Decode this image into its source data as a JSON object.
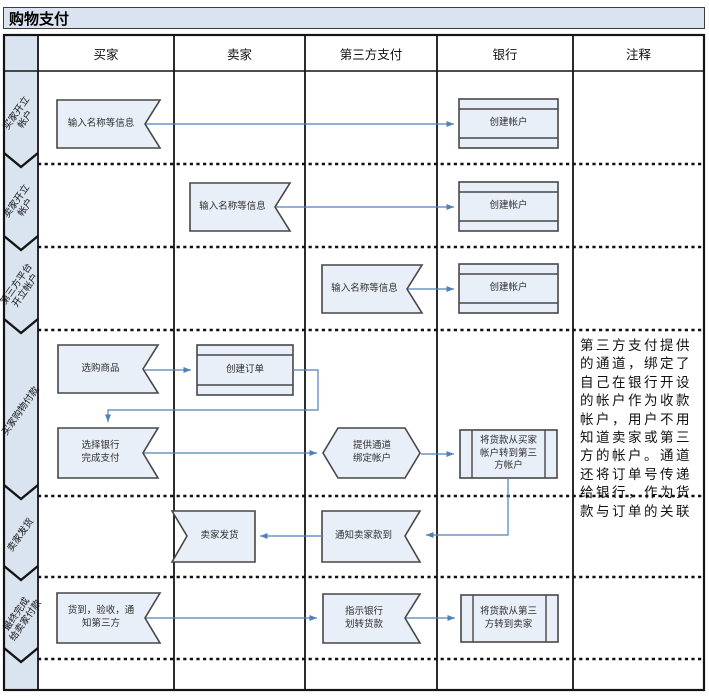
{
  "title": "购物支付",
  "columns": [
    {
      "label": "买家"
    },
    {
      "label": "卖家"
    },
    {
      "label": "第三方支付"
    },
    {
      "label": "银行"
    },
    {
      "label": "注释"
    }
  ],
  "phases": [
    {
      "label": "买家开立\n帐户"
    },
    {
      "label": "卖家开立\n帐户"
    },
    {
      "label": "第三方平台\n开立帐户"
    },
    {
      "label": "买家购物付款"
    },
    {
      "label": "卖家发货"
    },
    {
      "label": "最终完成\n给卖家付款"
    }
  ],
  "nodes": [
    {
      "id": "buyer-input-info",
      "label": "输入名称等信息"
    },
    {
      "id": "bank-create-account-1",
      "label": "创建帐户"
    },
    {
      "id": "seller-input-info",
      "label": "输入名称等信息"
    },
    {
      "id": "bank-create-account-2",
      "label": "创建帐户"
    },
    {
      "id": "third-party-input-info",
      "label": "输入名称等信息"
    },
    {
      "id": "bank-create-account-3",
      "label": "创建帐户"
    },
    {
      "id": "buyer-select-goods",
      "label": "选购商品"
    },
    {
      "id": "seller-create-order",
      "label": "创建订单"
    },
    {
      "id": "buyer-select-bank-pay",
      "label": "选择银行\n完成支付"
    },
    {
      "id": "third-party-provide-channel",
      "label": "提供通道\n绑定帐户"
    },
    {
      "id": "bank-transfer-buyer-to-third",
      "label": "将货款从买家\n帐户转到第三\n方帐户"
    },
    {
      "id": "seller-ship-goods",
      "label": "卖家发货"
    },
    {
      "id": "third-party-notify-seller",
      "label": "通知卖家款到"
    },
    {
      "id": "buyer-goods-arrived",
      "label": "货到，验收，通\n知第三方"
    },
    {
      "id": "third-party-instruct-bank",
      "label": "指示银行\n划转货款"
    },
    {
      "id": "bank-transfer-third-to-seller",
      "label": "将货款从第三\n方转到卖家"
    }
  ],
  "edges": [
    {
      "from": "buyer-input-info",
      "to": "bank-create-account-1"
    },
    {
      "from": "seller-input-info",
      "to": "bank-create-account-2"
    },
    {
      "from": "third-party-input-info",
      "to": "bank-create-account-3"
    },
    {
      "from": "buyer-select-goods",
      "to": "seller-create-order"
    },
    {
      "from": "seller-create-order",
      "to": "buyer-select-bank-pay"
    },
    {
      "from": "buyer-select-bank-pay",
      "to": "third-party-provide-channel"
    },
    {
      "from": "third-party-provide-channel",
      "to": "bank-transfer-buyer-to-third"
    },
    {
      "from": "bank-transfer-buyer-to-third",
      "to": "third-party-notify-seller"
    },
    {
      "from": "third-party-notify-seller",
      "to": "seller-ship-goods"
    },
    {
      "from": "buyer-goods-arrived",
      "to": "third-party-instruct-bank"
    },
    {
      "from": "third-party-instruct-bank",
      "to": "bank-transfer-third-to-seller"
    }
  ],
  "note": "第三方支付提供的通道，绑定了自己在银行开设的帐户作为收款帐户，用户不用知道卖家或第三方的帐户。通道还将订单号传递给银行，作为货款与订单的关联",
  "colors": {
    "arrow": "#4f81bd",
    "band_fill": "#dae4f0",
    "shape_fill": "#e9eff8",
    "shape_stroke": "#474747",
    "grid": "#141414"
  }
}
